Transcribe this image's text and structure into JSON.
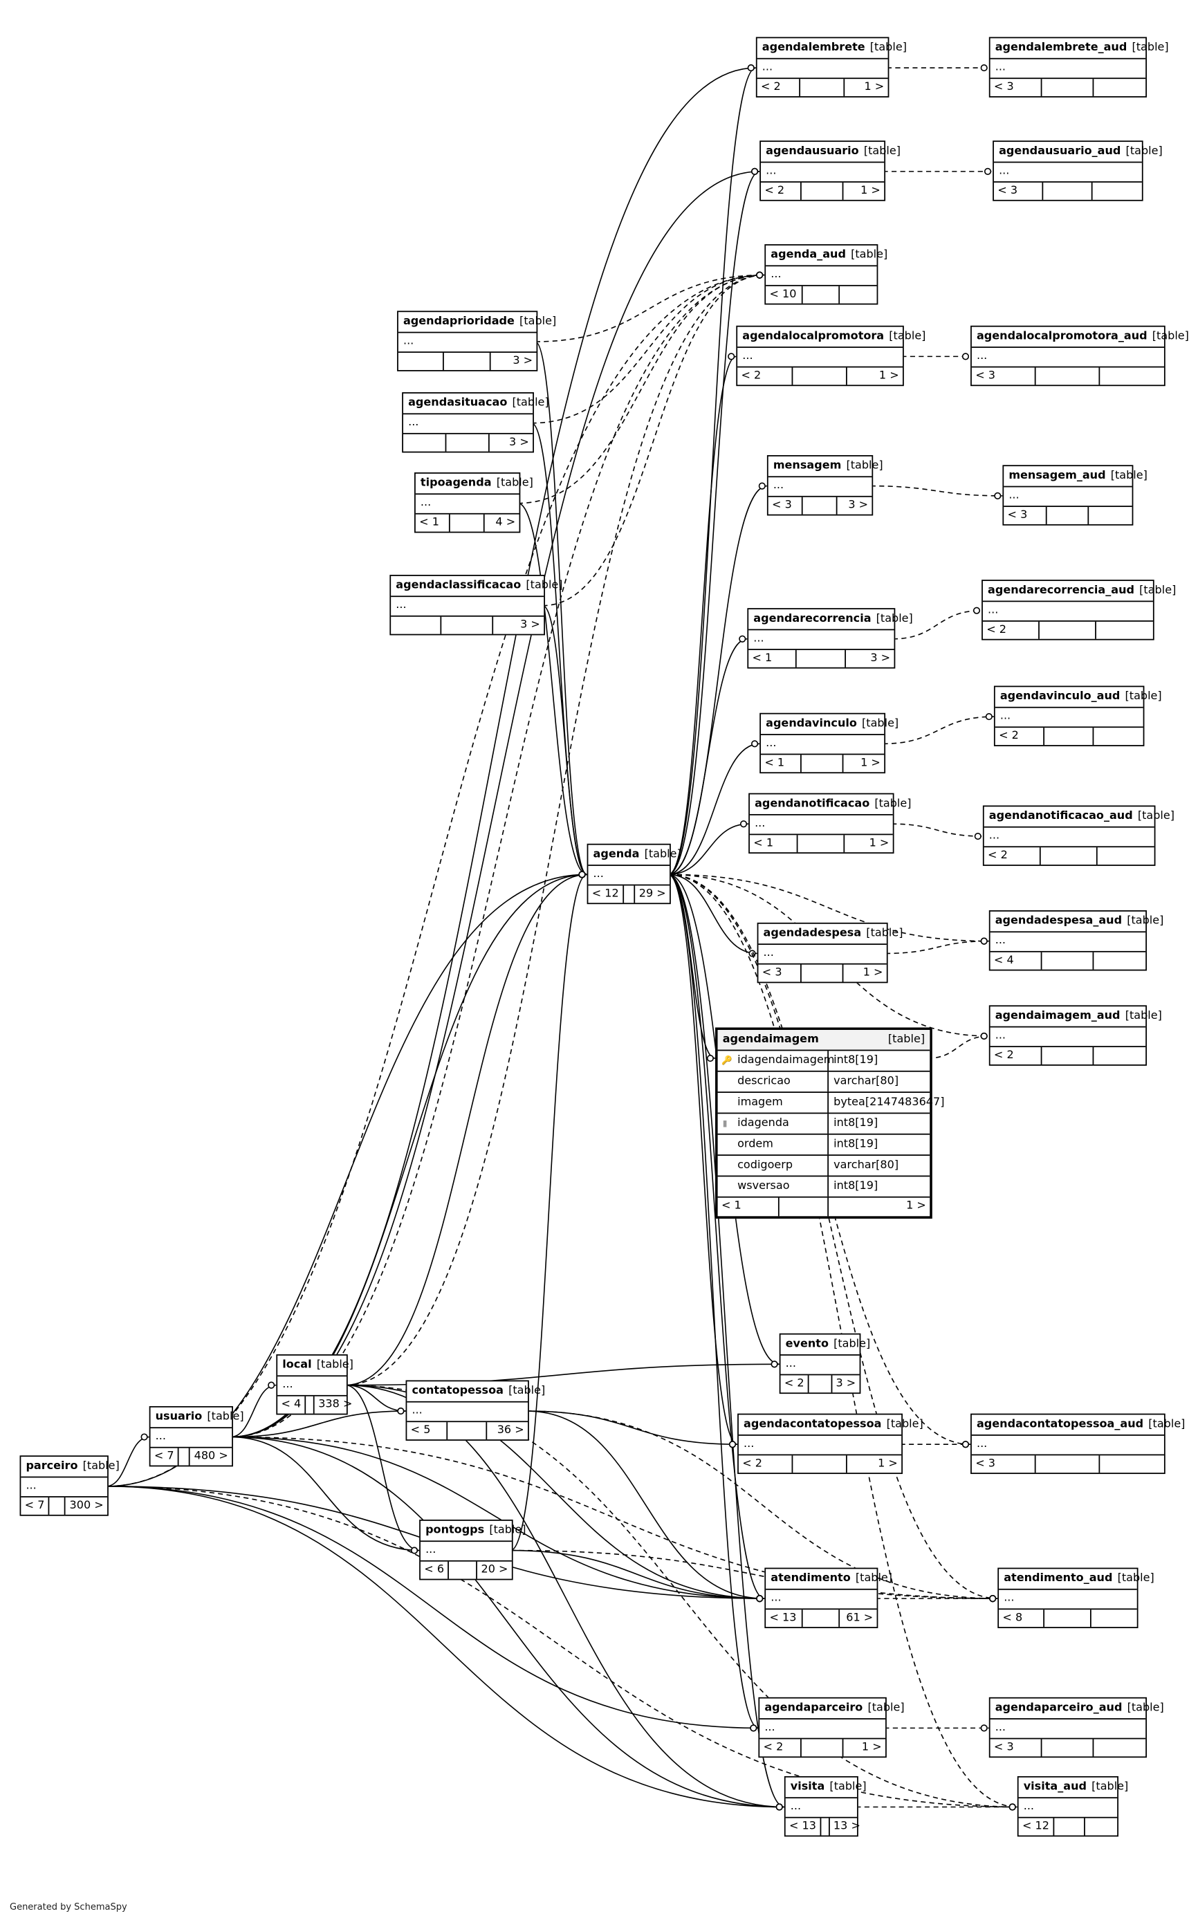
{
  "diagram": {
    "type_label": "[table]",
    "ellipsis": "...",
    "tables": [
      {
        "id": "agendalembrete",
        "name": "agendalembrete",
        "left": "< 2",
        "right": "1 >"
      },
      {
        "id": "agendalembrete_aud",
        "name": "agendalembrete_aud",
        "left": "< 3",
        "right": ""
      },
      {
        "id": "agendausuario",
        "name": "agendausuario",
        "left": "< 2",
        "right": "1 >"
      },
      {
        "id": "agendausuario_aud",
        "name": "agendausuario_aud",
        "left": "< 3",
        "right": ""
      },
      {
        "id": "agenda_aud",
        "name": "agenda_aud",
        "left": "< 10",
        "right": ""
      },
      {
        "id": "agendaprioridade",
        "name": "agendaprioridade",
        "left": "",
        "right": "3 >"
      },
      {
        "id": "agendalocalpromotora",
        "name": "agendalocalpromotora",
        "left": "< 2",
        "right": "1 >"
      },
      {
        "id": "agendalocalpromotora_aud",
        "name": "agendalocalpromotora_aud",
        "left": "< 3",
        "right": ""
      },
      {
        "id": "agendasituacao",
        "name": "agendasituacao",
        "left": "",
        "right": "3 >"
      },
      {
        "id": "tipoagenda",
        "name": "tipoagenda",
        "left": "< 1",
        "right": "4 >"
      },
      {
        "id": "mensagem",
        "name": "mensagem",
        "left": "< 3",
        "right": "3 >"
      },
      {
        "id": "mensagem_aud",
        "name": "mensagem_aud",
        "left": "< 3",
        "right": ""
      },
      {
        "id": "agendaclassificacao",
        "name": "agendaclassificacao",
        "left": "",
        "right": "3 >"
      },
      {
        "id": "agendarecorrencia_aud",
        "name": "agendarecorrencia_aud",
        "left": "< 2",
        "right": ""
      },
      {
        "id": "agendarecorrencia",
        "name": "agendarecorrencia",
        "left": "< 1",
        "right": "3 >"
      },
      {
        "id": "agendavinculo_aud",
        "name": "agendavinculo_aud",
        "left": "< 2",
        "right": ""
      },
      {
        "id": "agendavinculo",
        "name": "agendavinculo",
        "left": "< 1",
        "right": "1 >"
      },
      {
        "id": "agendanotificacao",
        "name": "agendanotificacao",
        "left": "< 1",
        "right": "1 >"
      },
      {
        "id": "agendanotificacao_aud",
        "name": "agendanotificacao_aud",
        "left": "< 2",
        "right": ""
      },
      {
        "id": "agenda",
        "name": "agenda",
        "left": "< 12",
        "right": "29 >"
      },
      {
        "id": "agendadespesa",
        "name": "agendadespesa",
        "left": "< 3",
        "right": "1 >"
      },
      {
        "id": "agendadespesa_aud",
        "name": "agendadespesa_aud",
        "left": "< 4",
        "right": ""
      },
      {
        "id": "agendaimagem_aud",
        "name": "agendaimagem_aud",
        "left": "< 2",
        "right": ""
      },
      {
        "id": "evento",
        "name": "evento",
        "left": "< 2",
        "right": "3 >"
      },
      {
        "id": "local",
        "name": "local",
        "left": "< 4",
        "right": "338 >"
      },
      {
        "id": "contatopessoa",
        "name": "contatopessoa",
        "left": "< 5",
        "right": "36 >"
      },
      {
        "id": "agendacontatopessoa",
        "name": "agendacontatopessoa",
        "left": "< 2",
        "right": "1 >"
      },
      {
        "id": "agendacontatopessoa_aud",
        "name": "agendacontatopessoa_aud",
        "left": "< 3",
        "right": ""
      },
      {
        "id": "usuario",
        "name": "usuario",
        "left": "< 7",
        "right": "480 >"
      },
      {
        "id": "parceiro",
        "name": "parceiro",
        "left": "< 7",
        "right": "300 >"
      },
      {
        "id": "pontogps",
        "name": "pontogps",
        "left": "< 6",
        "right": "20 >"
      },
      {
        "id": "atendimento",
        "name": "atendimento",
        "left": "< 13",
        "right": "61 >"
      },
      {
        "id": "atendimento_aud",
        "name": "atendimento_aud",
        "left": "< 8",
        "right": ""
      },
      {
        "id": "agendaparceiro",
        "name": "agendaparceiro",
        "left": "< 2",
        "right": "1 >"
      },
      {
        "id": "agendaparceiro_aud",
        "name": "agendaparceiro_aud",
        "left": "< 3",
        "right": ""
      },
      {
        "id": "visita",
        "name": "visita",
        "left": "< 13",
        "right": "13 >"
      },
      {
        "id": "visita_aud",
        "name": "visita_aud",
        "left": "< 12",
        "right": ""
      }
    ],
    "detail_table": {
      "name": "agendaimagem",
      "columns": [
        {
          "name": "idagendaimagem",
          "type": "int8[19]",
          "key": "pk"
        },
        {
          "name": "descricao",
          "type": "varchar[80]",
          "key": ""
        },
        {
          "name": "imagem",
          "type": "bytea[2147483647]",
          "key": ""
        },
        {
          "name": "idagenda",
          "type": "int8[19]",
          "key": "fk"
        },
        {
          "name": "ordem",
          "type": "int8[19]",
          "key": ""
        },
        {
          "name": "codigoerp",
          "type": "varchar[80]",
          "key": ""
        },
        {
          "name": "wsversao",
          "type": "int8[19]",
          "key": ""
        }
      ],
      "left": "< 1",
      "right": "1 >"
    }
  },
  "footer": {
    "text": "Generated by SchemaSpy"
  }
}
